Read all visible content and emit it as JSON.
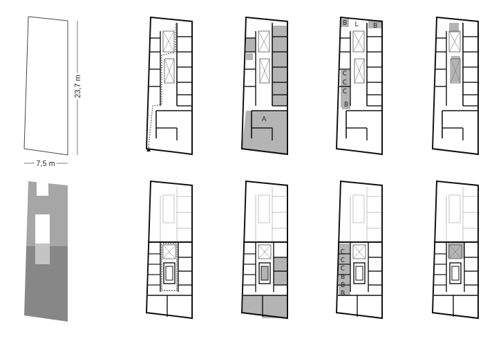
{
  "diagram": {
    "labels": [
      "23,7 m",
      "7,5 m",
      "A",
      "B",
      "L",
      "B",
      "C",
      "C",
      "C",
      "B",
      "C",
      "C",
      "C",
      "B",
      "B",
      "B"
    ]
  }
}
